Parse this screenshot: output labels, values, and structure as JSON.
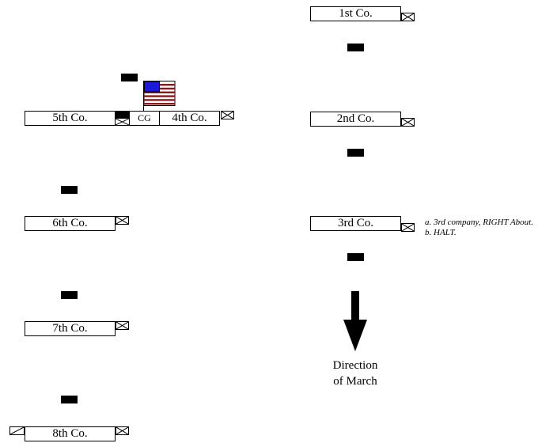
{
  "companies": {
    "first": "1st Co.",
    "second": "2nd Co.",
    "third": "3rd Co.",
    "fourth": "4th Co.",
    "fifth": "5th Co.",
    "sixth": "6th Co.",
    "seventh": "7th Co.",
    "eighth": "8th Co."
  },
  "cg_label": "CG",
  "notes": {
    "a": "a. 3rd company, RIGHT About.",
    "b": "b. HALT."
  },
  "direction": {
    "line1": "Direction",
    "line2": "of March"
  },
  "colors": {
    "flag_canton": "#1a1ad8",
    "flag_stripe_red": "#8b1a1a",
    "flag_stripe_white": "#ffffff",
    "marker": "#000000"
  }
}
